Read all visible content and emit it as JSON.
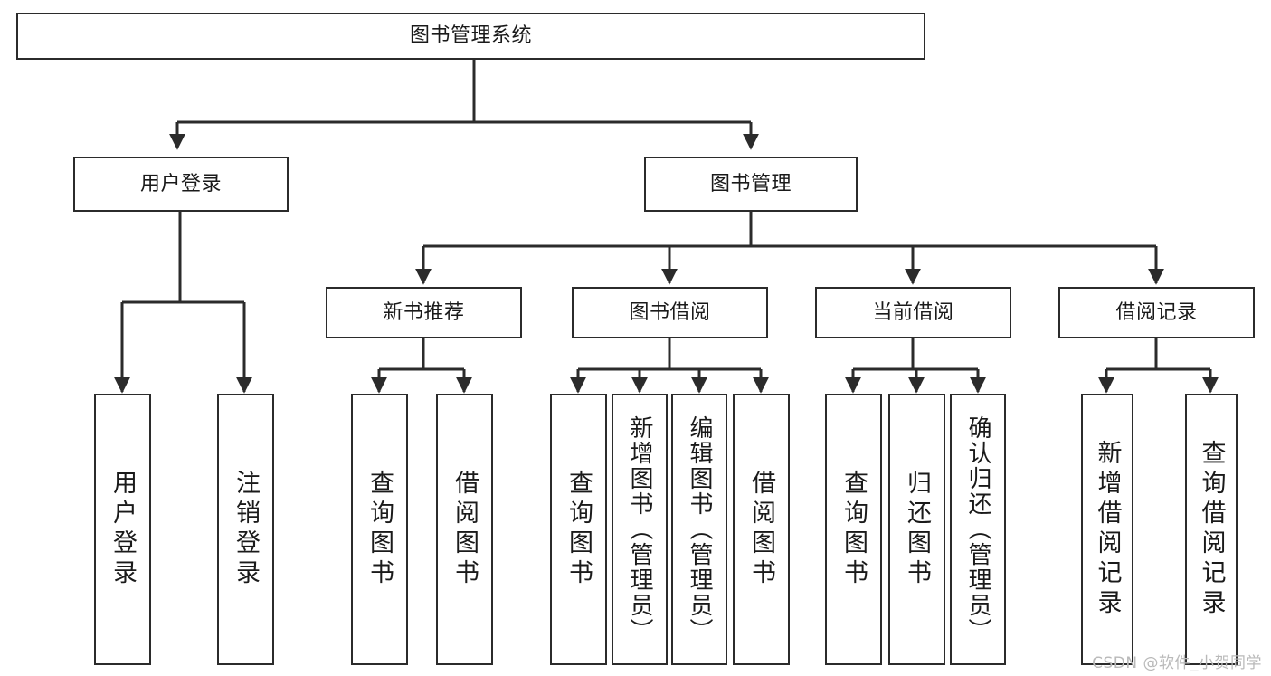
{
  "diagram": {
    "title": "图书管理系统",
    "type": "tree",
    "watermark": "CSDN @软件_小贺同学",
    "colors": {
      "box_border": "#2b2b2b",
      "box_fill": "#ffffff",
      "connector": "#2b2b2b",
      "text": "#1a1a1a",
      "watermark": "#b9b9b9"
    },
    "nodes": {
      "root": {
        "label": "图书管理系统"
      },
      "level2": [
        {
          "id": "user-login",
          "label": "用户登录"
        },
        {
          "id": "book-management",
          "label": "图书管理"
        }
      ],
      "level3": [
        {
          "id": "new-book-recommend",
          "label": "新书推荐"
        },
        {
          "id": "book-borrow",
          "label": "图书借阅"
        },
        {
          "id": "current-borrow",
          "label": "当前借阅"
        },
        {
          "id": "borrow-record",
          "label": "借阅记录"
        }
      ],
      "leaves": {
        "user_login": [
          {
            "id": "leaf-user-login",
            "label": "用户登录"
          },
          {
            "id": "leaf-logout-login",
            "label": "注销登录"
          }
        ],
        "new_book_recommend": [
          {
            "id": "leaf-query-book-1",
            "label": "查询图书"
          },
          {
            "id": "leaf-borrow-book-1",
            "label": "借阅图书"
          }
        ],
        "book_borrow": [
          {
            "id": "leaf-query-book-2",
            "label": "查询图书"
          },
          {
            "id": "leaf-add-book",
            "label": "新增图书（管理员）"
          },
          {
            "id": "leaf-edit-book",
            "label": "编辑图书（管理员）"
          },
          {
            "id": "leaf-borrow-book-2",
            "label": "借阅图书"
          }
        ],
        "current_borrow": [
          {
            "id": "leaf-query-book-3",
            "label": "查询图书"
          },
          {
            "id": "leaf-return-book",
            "label": "归还图书"
          },
          {
            "id": "leaf-confirm-return",
            "label": "确认归还（管理员）"
          }
        ],
        "borrow_record": [
          {
            "id": "leaf-add-record",
            "label": "新增借阅记录"
          },
          {
            "id": "leaf-query-record",
            "label": "查询借阅记录"
          }
        ]
      }
    }
  }
}
